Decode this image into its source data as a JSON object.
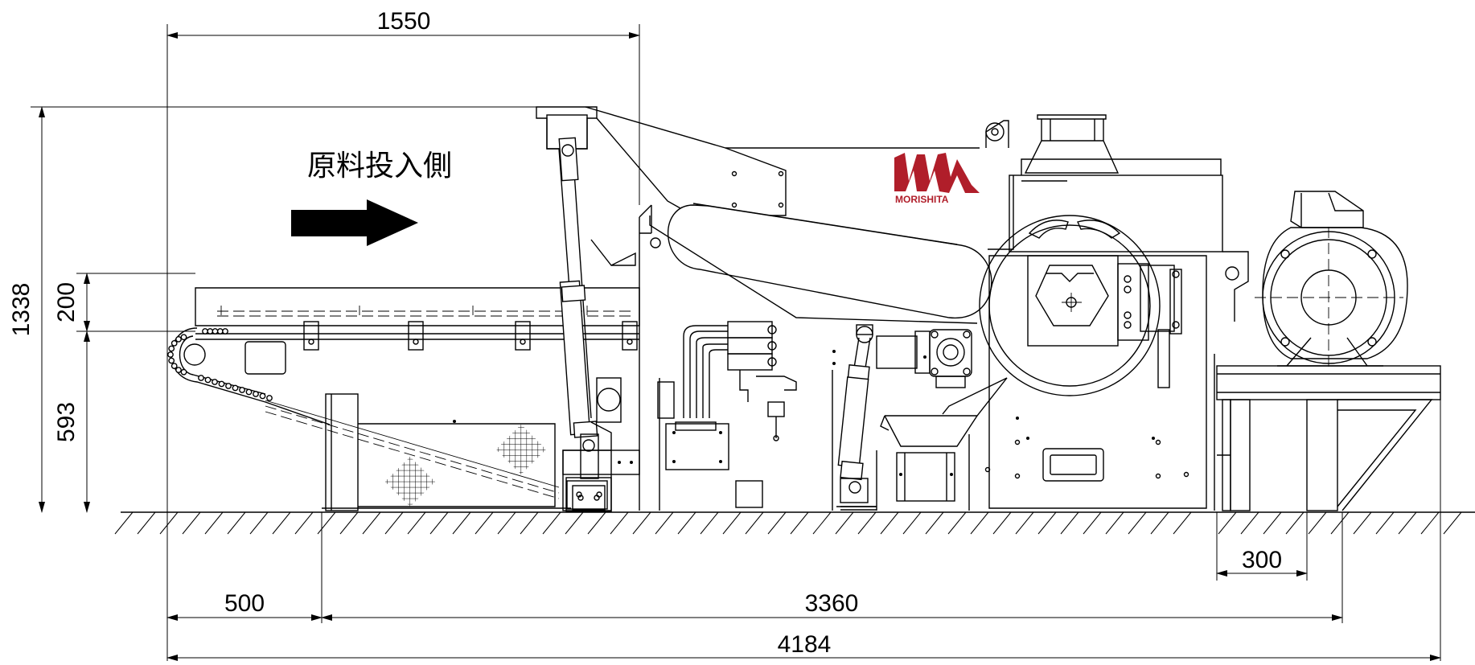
{
  "dimensions": {
    "top_width": "1550",
    "overall_height": "1338",
    "hopper_height": "200",
    "conveyor_height": "593",
    "infeed_length": "500",
    "machine_length": "3360",
    "overall_length": "4184",
    "motor_base_width": "300"
  },
  "labels": {
    "feed_side": "原料投入側",
    "brand_name": "MORISHITA"
  },
  "colors": {
    "line": "#000000",
    "brand_red": "#b01e2a",
    "background": "#ffffff"
  }
}
